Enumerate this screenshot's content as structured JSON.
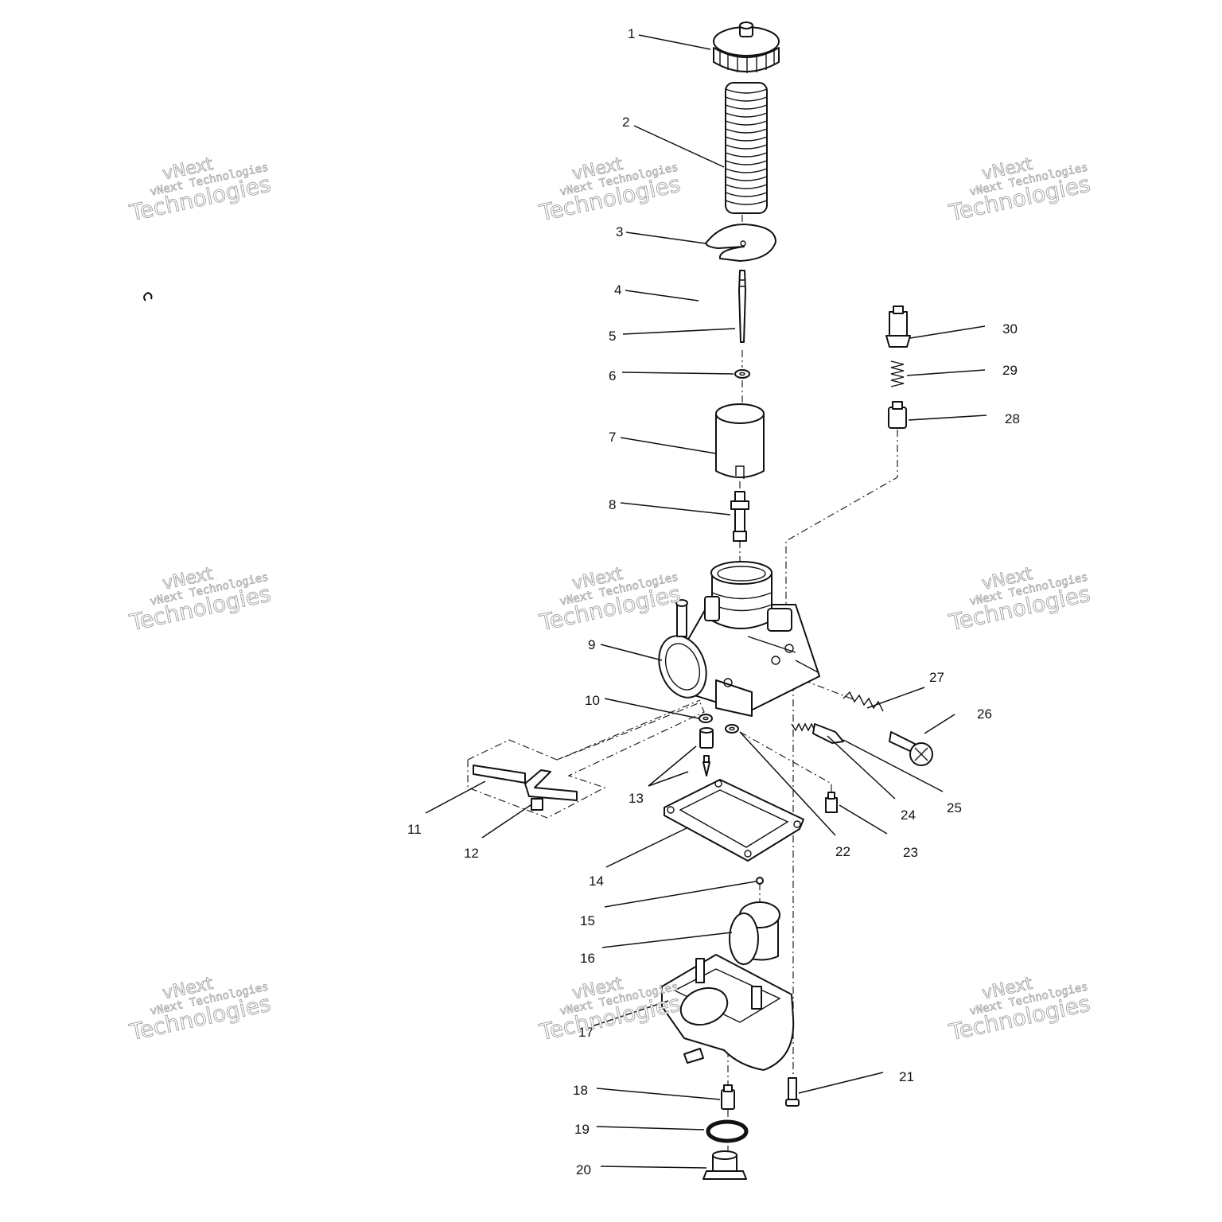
{
  "callouts": [
    "1",
    "2",
    "3",
    "4",
    "5",
    "6",
    "7",
    "8",
    "9",
    "10",
    "11",
    "12",
    "13",
    "14",
    "15",
    "16",
    "17",
    "18",
    "19",
    "20",
    "21",
    "22",
    "23",
    "24",
    "25",
    "26",
    "27",
    "28",
    "29",
    "30"
  ],
  "watermark": {
    "line_top": "vNext",
    "line_small": "vNext Technologies",
    "line_big": "Technologies"
  }
}
